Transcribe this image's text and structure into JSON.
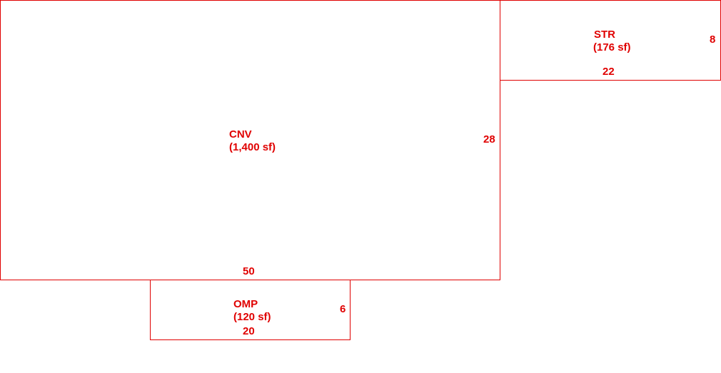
{
  "colors": {
    "line": "#e00000",
    "text": "#e00000",
    "background": "#ffffff"
  },
  "rooms": {
    "cnv": {
      "code": "CNV",
      "area": "(1,400 sf)",
      "dim_bottom": "50",
      "dim_right": "28"
    },
    "str": {
      "code": "STR",
      "area": "(176 sf)",
      "dim_bottom": "22",
      "dim_right": "8"
    },
    "omp": {
      "code": "OMP",
      "area": "(120 sf)",
      "dim_bottom": "20",
      "dim_right": "6"
    }
  }
}
